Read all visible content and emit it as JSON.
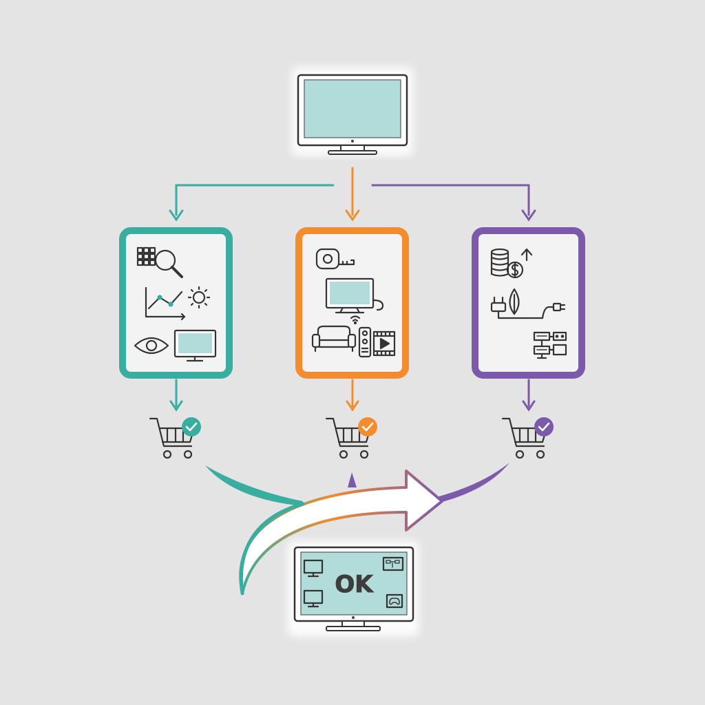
{
  "colors": {
    "background": "#e4e4e4",
    "teal": "#39ada0",
    "orange": "#f28c2e",
    "purple": "#7b5aa9",
    "screen": "#b2dcd9",
    "line_icon": "#333333"
  },
  "source": {
    "icon": "monitor-icon"
  },
  "branches": [
    {
      "color": "teal",
      "icons": [
        "grid-icon",
        "magnifier-icon",
        "line-chart-icon",
        "sun-icon",
        "eye-icon",
        "monitor-icon"
      ],
      "result_icon": "cart-check-icon"
    },
    {
      "color": "orange",
      "icons": [
        "tape-measure-icon",
        "tv-icon",
        "sofa-icon",
        "wifi-icon",
        "remote-icon",
        "video-player-icon"
      ],
      "result_icon": "cart-check-icon"
    },
    {
      "color": "purple",
      "icons": [
        "coins-icon",
        "dollar-icon",
        "up-arrow-icon",
        "plug-icon",
        "leaf-icon",
        "cable-icon",
        "connection-diagram-icon"
      ],
      "result_icon": "cart-check-icon"
    }
  ],
  "result": {
    "label": "OK",
    "icons": [
      "mini-tv-icon",
      "mini-monitor-icon",
      "network-screen-icon",
      "gamepad-icon"
    ]
  }
}
